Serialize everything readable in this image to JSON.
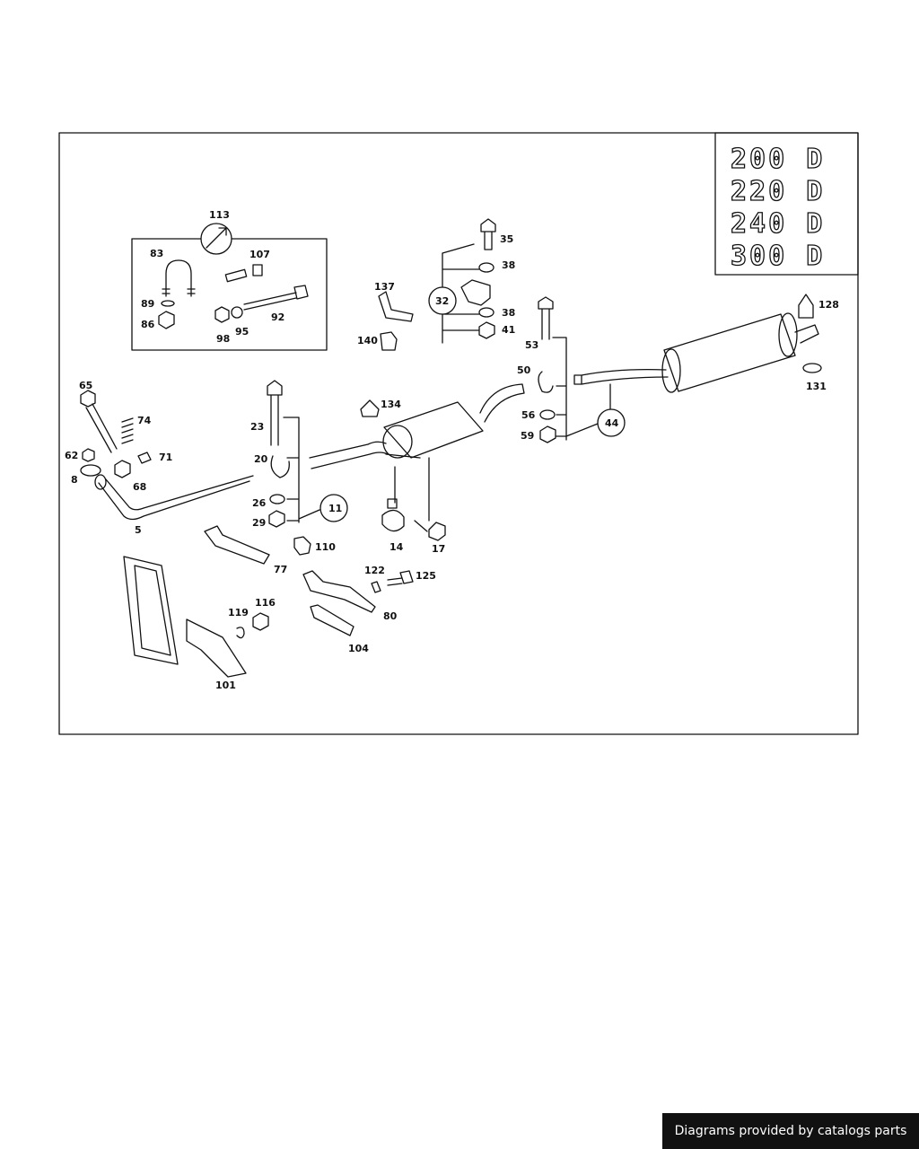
{
  "models": [
    "200 D",
    "220 D",
    "240 D",
    "300 D"
  ],
  "labels": {
    "p113": "113",
    "p83": "83",
    "p107": "107",
    "p89": "89",
    "p86": "86",
    "p98": "98",
    "p95": "95",
    "p92": "92",
    "p35": "35",
    "p38a": "38",
    "p32": "32",
    "p38b": "38",
    "p41": "41",
    "p137": "137",
    "p140": "140",
    "p53": "53",
    "p50": "50",
    "p56": "56",
    "p59": "59",
    "p44": "44",
    "p128": "128",
    "p131": "131",
    "p134": "134",
    "p65": "65",
    "p74": "74",
    "p62": "62",
    "p71": "71",
    "p8": "8",
    "p68": "68",
    "p5": "5",
    "p23": "23",
    "p20": "20",
    "p26": "26",
    "p29": "29",
    "p11": "11",
    "p14": "14",
    "p17": "17",
    "p110": "110",
    "p77": "77",
    "p122": "122",
    "p125": "125",
    "p80": "80",
    "p104": "104",
    "p119": "119",
    "p116": "116",
    "p101": "101"
  },
  "footer": "Diagrams provided by catalogs parts"
}
